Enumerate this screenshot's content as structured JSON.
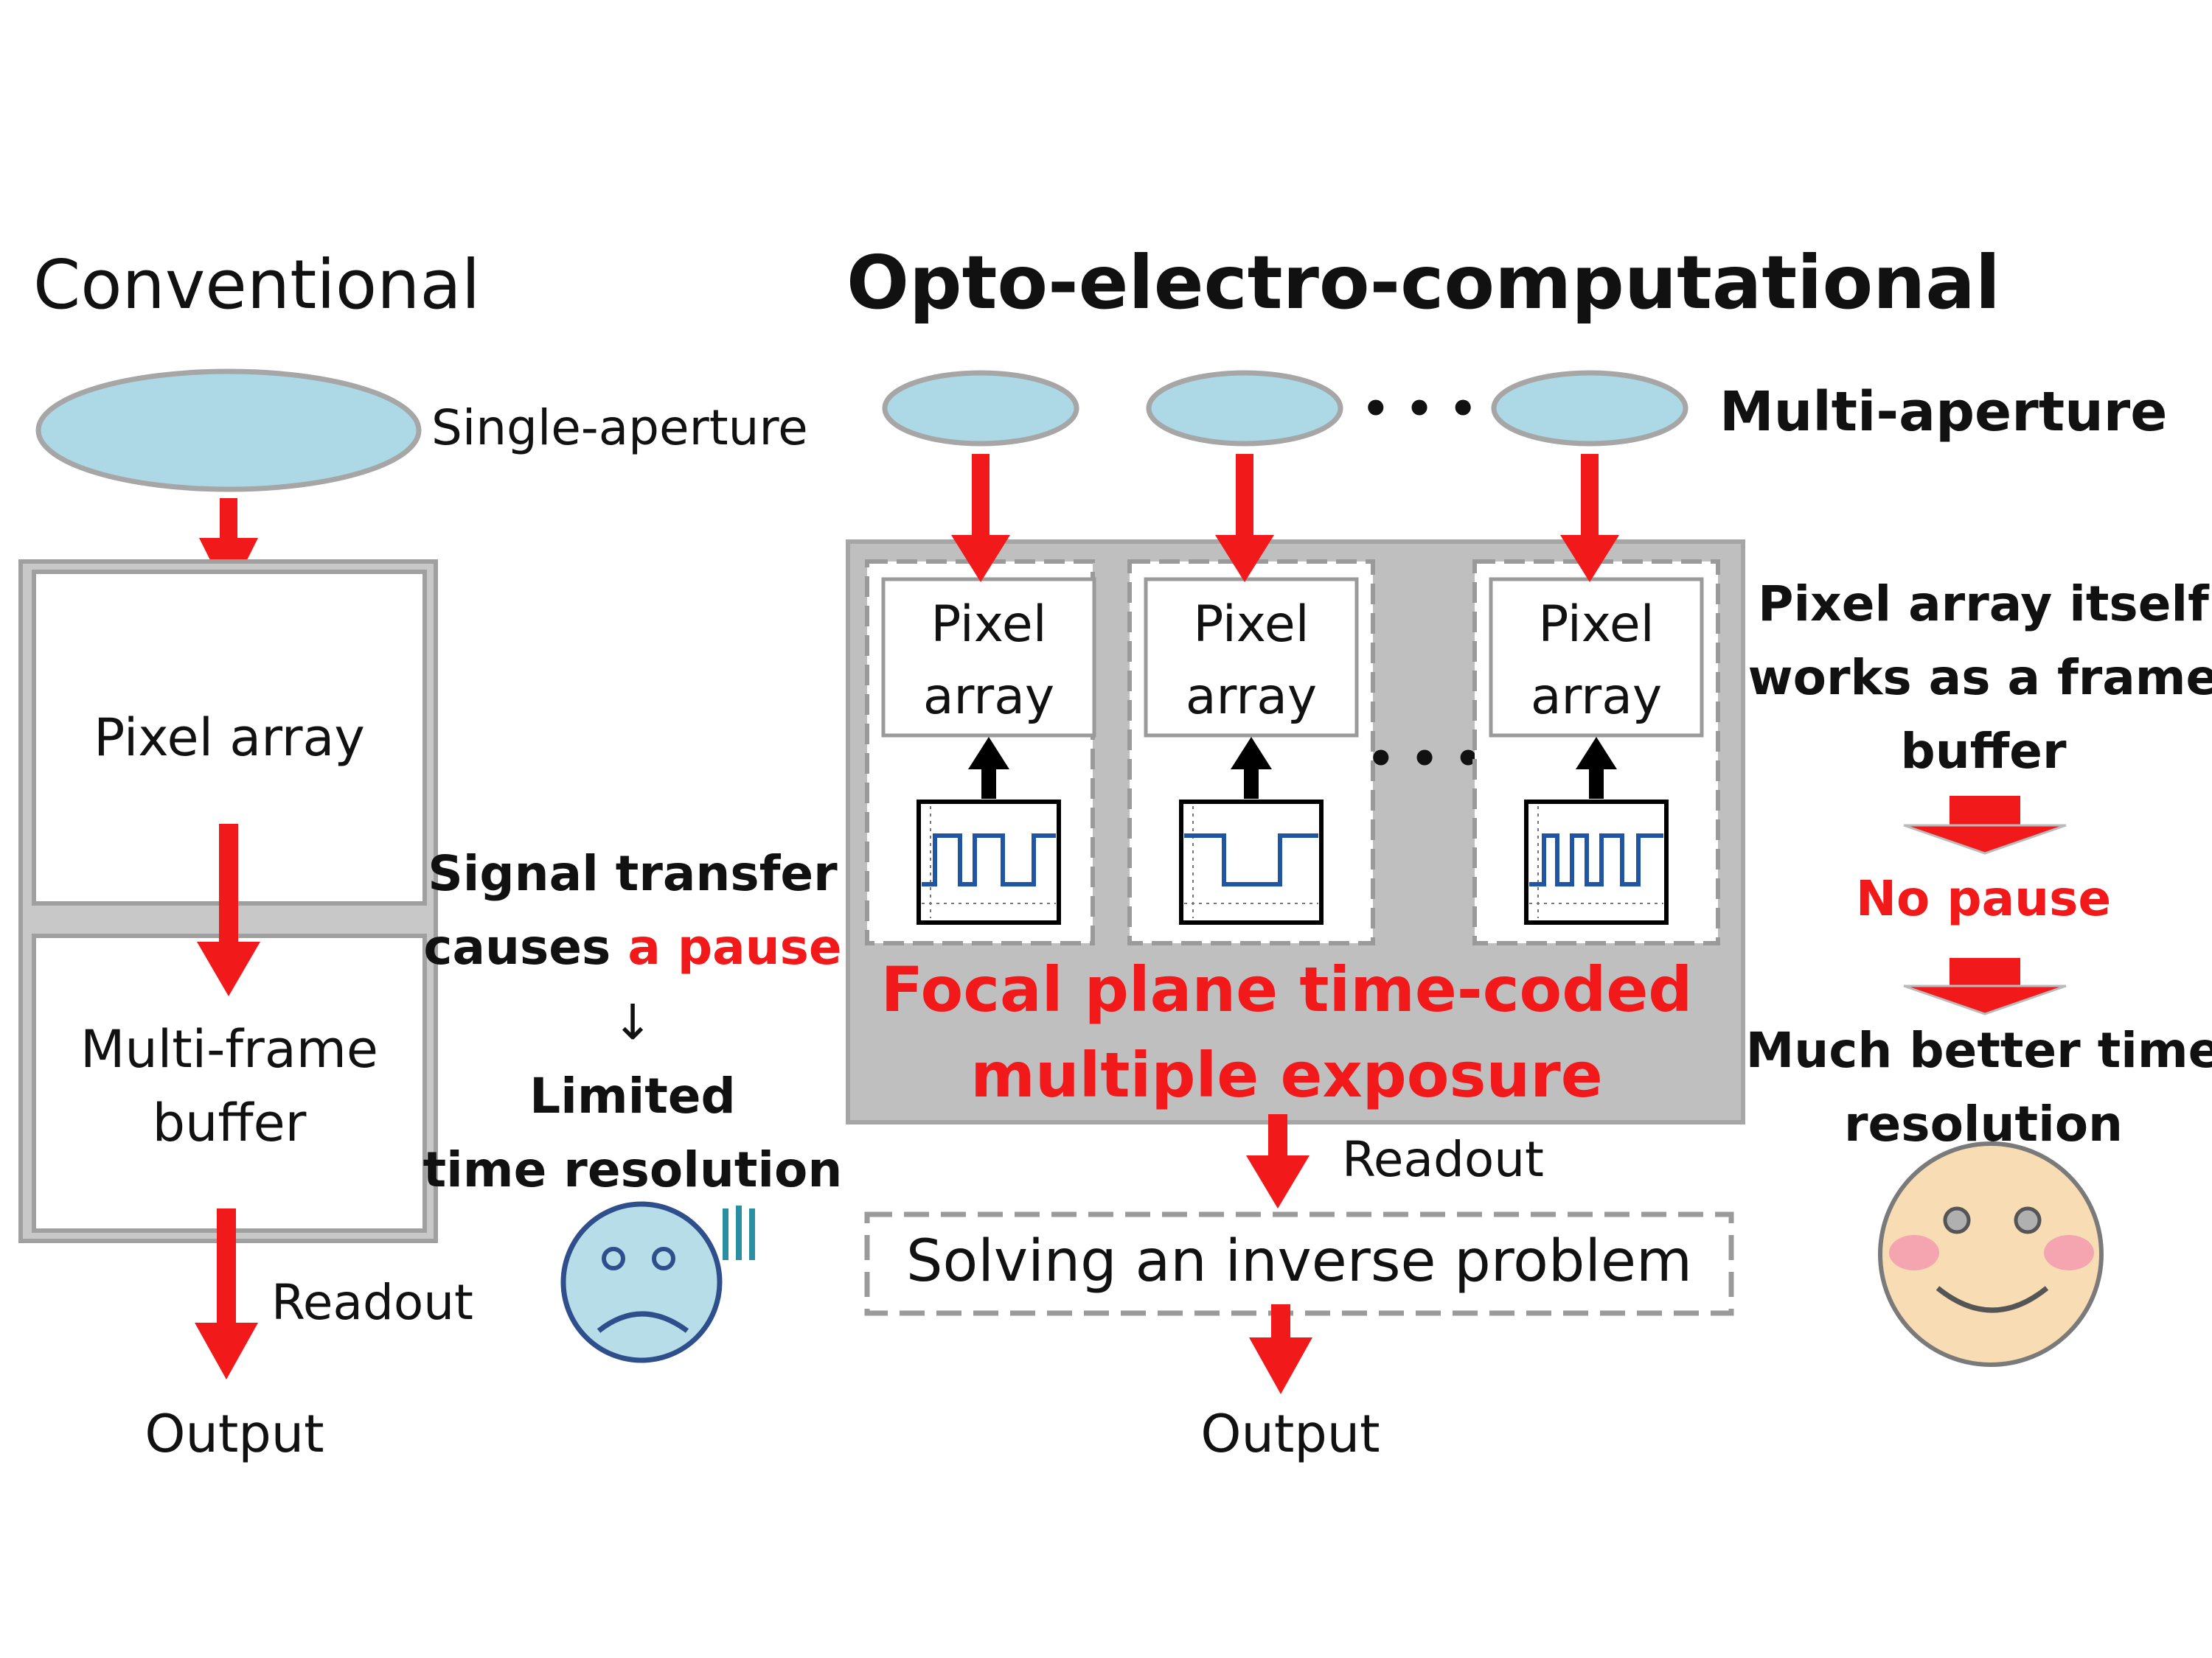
{
  "left": {
    "title": "Conventional",
    "aperture_label": "Single-aperture",
    "pixel_array_label": "Pixel array",
    "buffer_label_line1": "Multi-frame",
    "buffer_label_line2": "buffer",
    "readout_label": "Readout",
    "output_label": "Output"
  },
  "middle_note": {
    "line1": "Signal transfer",
    "line2_prefix": "causes ",
    "line2_highlight": "a pause",
    "arrow_glyph": "↓",
    "line3": "Limited",
    "line4": "time resolution",
    "face": "sad-face"
  },
  "right": {
    "title": "Opto-electro-computational",
    "aperture_label": "Multi-aperture",
    "ellipsis": "• • •",
    "pixel_array_line1": "Pixel",
    "pixel_array_line2": "array",
    "sensor_count_shown": 3,
    "focal_plane_line1": "Focal plane time-coded",
    "focal_plane_line2": "multiple exposure",
    "readout_label": "Readout",
    "inverse_problem_label": "Solving an inverse problem",
    "output_label": "Output"
  },
  "side_note": {
    "line1": "Pixel array itself",
    "line2": "works as a frame",
    "line3": "buffer",
    "no_pause": "No pause",
    "line4": "Much better time",
    "line5": "resolution",
    "face": "smiley-face"
  },
  "colors": {
    "arrow_red": "#f2191b",
    "aperture_fill": "#add8e6",
    "aperture_stroke": "#a6a6a6",
    "panel_gray": "#bfbfbf",
    "code_blue": "#1f55a4",
    "sad_face_fill": "#b7dde8",
    "smile_face_fill": "#f7dcb4",
    "cheek_pink": "#f4a5b0"
  }
}
